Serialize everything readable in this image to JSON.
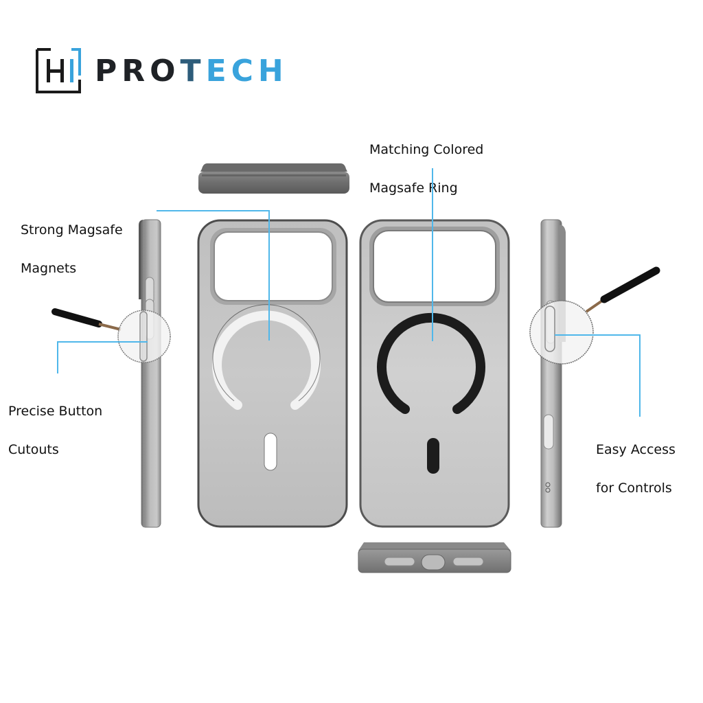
{
  "brand": {
    "logo_mark": "H",
    "name_part_dark": "PRO",
    "name_part_mid": "T",
    "name_part_blue": "ECH",
    "colors": {
      "dark": "#1f2226",
      "blue": "#39a3dc",
      "callout_line": "#4fb7ea"
    }
  },
  "callouts": {
    "magnets": {
      "line1": "Strong Magsafe",
      "line2": "Magnets"
    },
    "ring": {
      "line1": "Matching Colored",
      "line2": "Magsafe Ring"
    },
    "buttons": {
      "line1": "Precise Button",
      "line2": "Cutouts"
    },
    "controls": {
      "line1": "Easy Access",
      "line2": "for Controls"
    }
  },
  "product_views": [
    {
      "name": "top-edge-view"
    },
    {
      "name": "left-side-view"
    },
    {
      "name": "back-view-white-ring",
      "ring_color": "#f4f4f4"
    },
    {
      "name": "back-view-black-ring",
      "ring_color": "#1c1c1c"
    },
    {
      "name": "right-side-view"
    },
    {
      "name": "bottom-edge-view"
    }
  ]
}
